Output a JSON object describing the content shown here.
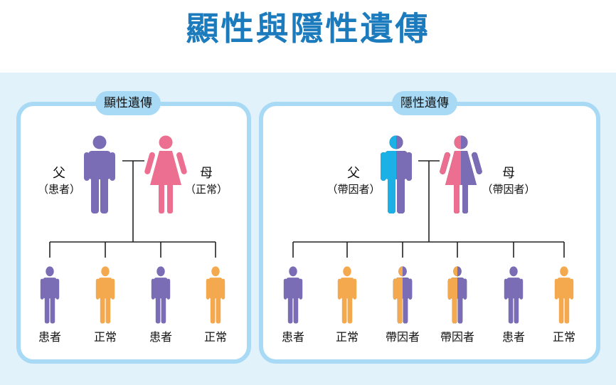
{
  "title": "顯性與隱性遺傳",
  "colors": {
    "affected": "#7b6db5",
    "normal": "#f5a94e",
    "mother_normal": "#ec6e91",
    "carrier_father_half": "#1bb1e6",
    "panel_border": "#a8daf5",
    "band": "#e1f2fb",
    "title": "#1c7bbd"
  },
  "dominant": {
    "label": "顯性遺傳",
    "father": {
      "name": "父",
      "status": "（患者）"
    },
    "mother": {
      "name": "母",
      "status": "（正常）"
    },
    "children": [
      "患者",
      "正常",
      "患者",
      "正常"
    ]
  },
  "recessive": {
    "label": "隱性遺傳",
    "father": {
      "name": "父",
      "status": "（帶因者）"
    },
    "mother": {
      "name": "母",
      "status": "（帶因者）"
    },
    "children": [
      "患者",
      "正常",
      "帶因者",
      "帶因者",
      "患者",
      "正常"
    ]
  }
}
